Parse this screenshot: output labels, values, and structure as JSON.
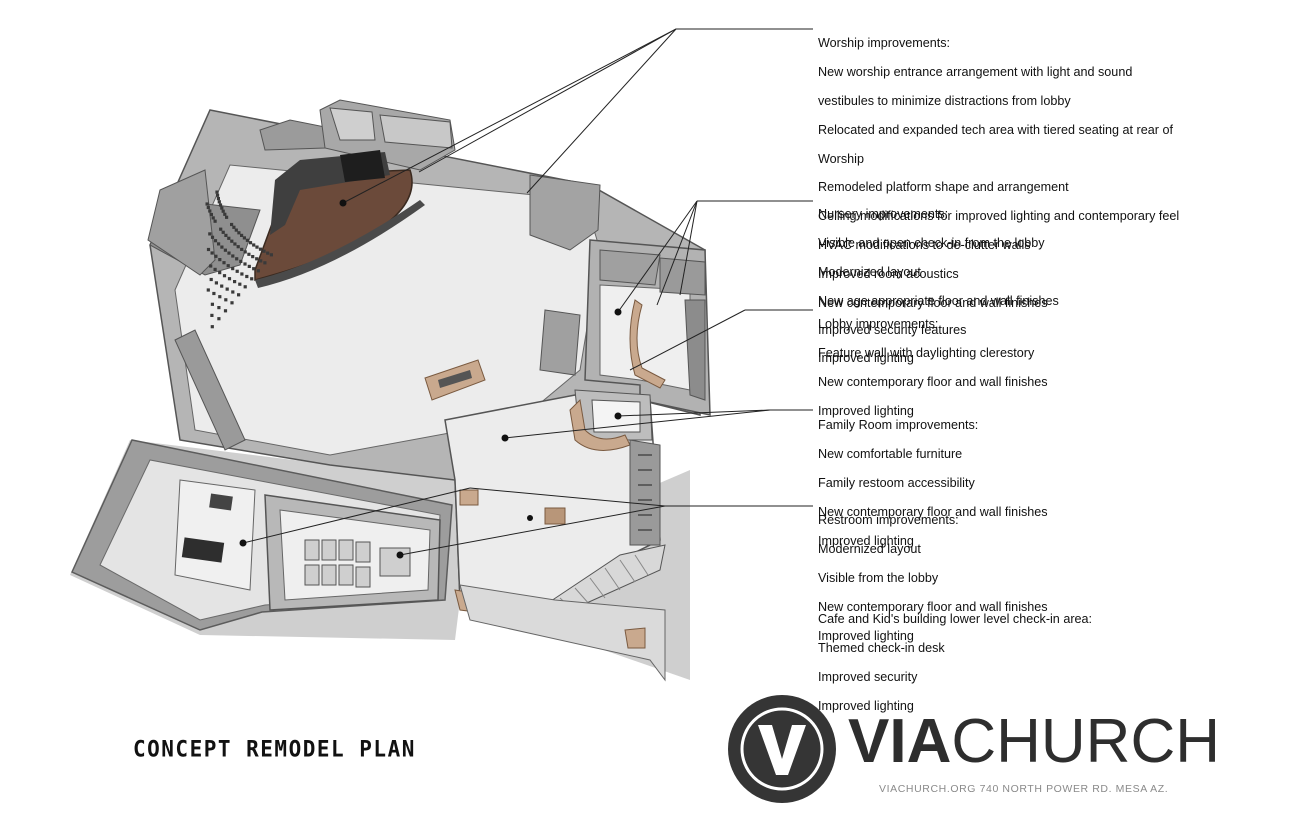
{
  "notes": [
    {
      "key": "worship",
      "heading": "Worship improvements:",
      "lines": [
        "New worship entrance arrangement with light and sound",
        "vestibules to minimize distractions from lobby",
        "Relocated and expanded tech area with tiered seating at rear of",
        "Worship",
        "Remodeled platform shape and arrangement",
        "Ceiling modifications for improved lighting and contemporary feel",
        "HVAC modifications to de-clutter walls",
        "Improved room acoustics",
        "New contemporary floor and wall finishes"
      ]
    },
    {
      "key": "nursery",
      "heading": "Nursery improvements:",
      "lines": [
        "Visible and open check-in from the lobby",
        "Modernized layout",
        "New age appropriate floor and wall finishes",
        "Improved security features",
        "Improved lighting"
      ]
    },
    {
      "key": "lobby",
      "heading": "Lobby improvements:",
      "lines": [
        "Feature wall with daylighting clerestory",
        "New contemporary floor and wall finishes",
        "Improved lighting"
      ]
    },
    {
      "key": "family",
      "heading": "Family Room improvements:",
      "lines": [
        "New comfortable furniture",
        "Family restoom accessibility",
        "New contemporary floor and wall finishes",
        "Improved lighting"
      ]
    },
    {
      "key": "restroom",
      "heading": "Restroom improvements:",
      "lines": [
        "Modernized layout",
        "Visible from the lobby",
        "New contemporary floor and wall finishes",
        "Improved lighting"
      ]
    },
    {
      "key": "cafe",
      "heading": "Cafe and Kid's building lower level check-in area:",
      "lines": [
        "Themed check-in desk",
        "Improved security",
        "Improved lighting"
      ]
    }
  ],
  "plan_title": "CONCEPT REMODEL PLAN",
  "logo": {
    "mark": "V",
    "word_bold": "VIA",
    "word_regular": "CHURCH",
    "subtitle": "VIACHURCH.ORG  740 NORTH POWER RD. MESA AZ."
  },
  "colors": {
    "wall": "#9a9a9a",
    "wall_dark": "#6e6e6e",
    "floor": "#e9e9e9",
    "stage": "#6b4a3a",
    "seat": "#3a3a3a",
    "wood": "#c9a98e",
    "logo": "#353535"
  }
}
